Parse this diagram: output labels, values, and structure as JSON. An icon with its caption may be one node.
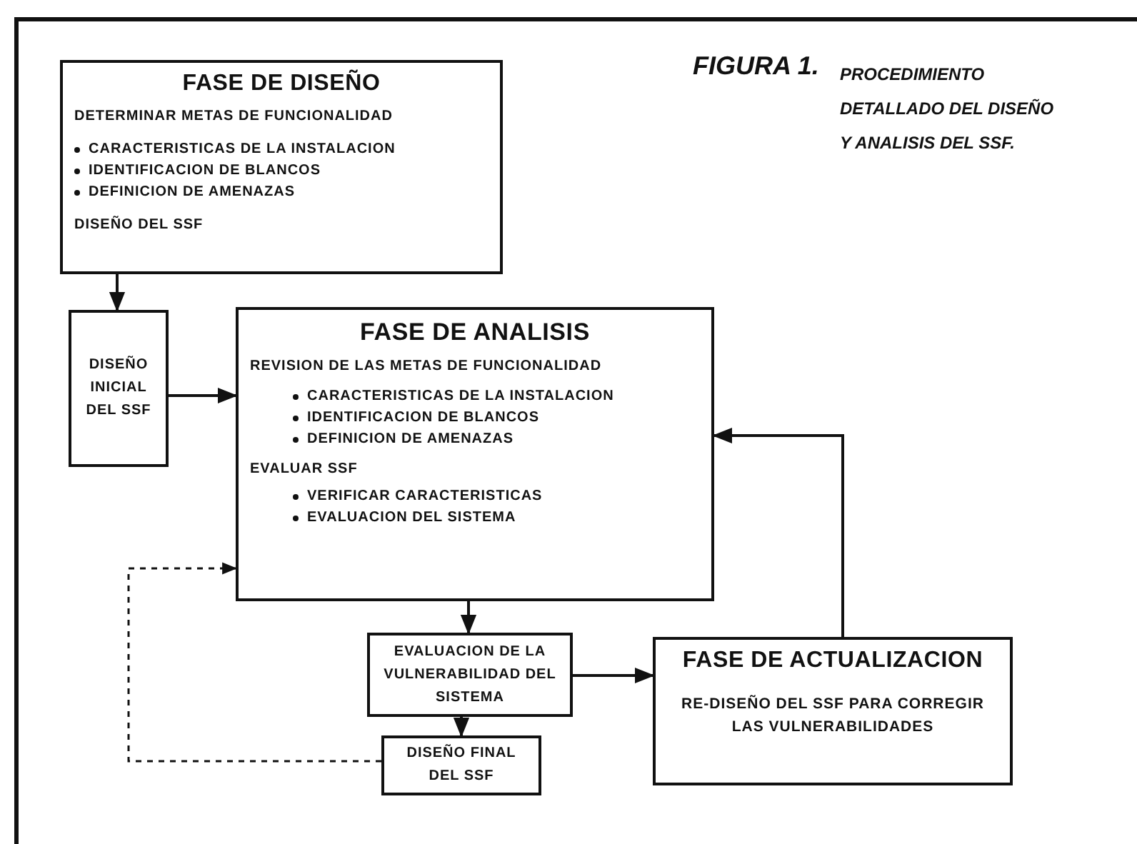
{
  "diagram": {
    "title": "FIGURA 1.",
    "caption": "PROCEDIMIENTO DETALLADO DEL DISEÑO Y ANALISIS DEL SSF.",
    "nodes": [
      {
        "text": [
          "FASE DE DISEÑO",
          "DETERMINAR METAS DE FUNCIONALIDAD",
          "CARACTERISTICAS DE LA INSTALACION",
          "IDENTIFICACION DE BLANCOS",
          "DEFINICION DE AMENAZAS",
          "DISEÑO DEL SSF"
        ]
      },
      {
        "text": [
          "DISEÑO INICIAL DEL SSF"
        ]
      },
      {
        "text": [
          "FASE DE ANALISIS",
          "REVISION DE LAS METAS DE FUNCIONALIDAD",
          "CARACTERISTICAS DE LA INSTALACION",
          "IDENTIFICACION DE BLANCOS",
          "DEFINICION DE AMENAZAS",
          "EVALUAR SSF",
          "VERIFICAR CARACTERISTICAS",
          "EVALUACION DEL SISTEMA"
        ]
      },
      {
        "text": [
          "EVALUACION DE LA VULNERABILIDAD DEL SISTEMA"
        ]
      },
      {
        "text": [
          "DISEÑO FINAL DEL SSF"
        ]
      },
      {
        "text": [
          "FASE DE ACTUALIZACION",
          "RE-DISEÑO DEL SSF PARA CORREGIR LAS VULNERABILIDADES"
        ]
      }
    ],
    "edges": [
      {
        "from": 0,
        "to": 1,
        "arrow": "to"
      },
      {
        "from": 1,
        "to": 2,
        "arrow": "to"
      },
      {
        "from": 2,
        "to": 3,
        "arrow": "to"
      },
      {
        "from": 3,
        "to": 4,
        "arrow": "to"
      },
      {
        "from": 3,
        "to": 5,
        "arrow": "to"
      },
      {
        "from": 5,
        "to": 2,
        "arrow": "to"
      },
      {
        "from": 4,
        "to": 2,
        "arrow": "to",
        "style": "dashed"
      }
    ]
  }
}
